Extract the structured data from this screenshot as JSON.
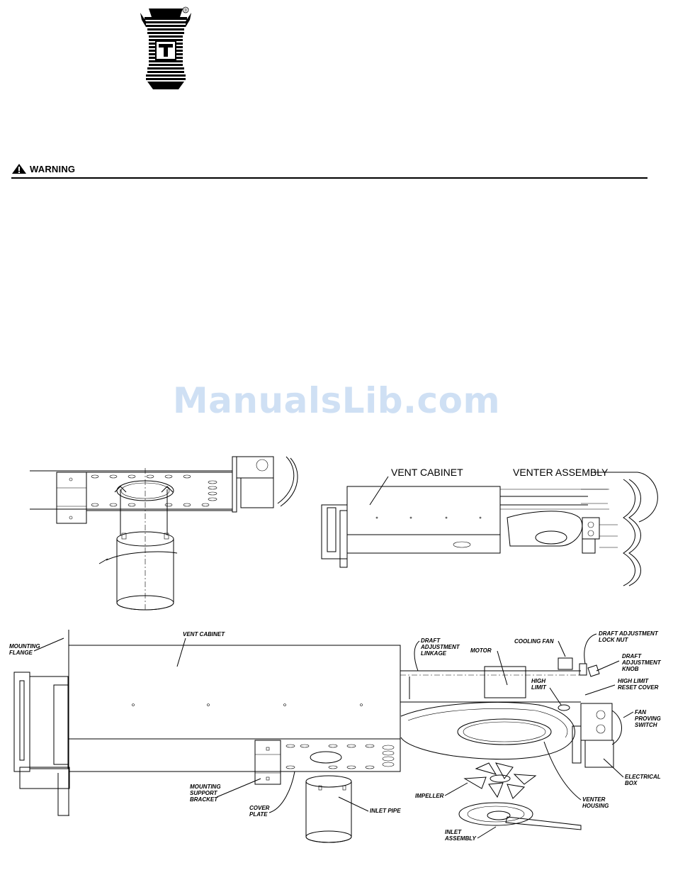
{
  "logo": {
    "icon": "company-logo-icon",
    "registered_mark": "®"
  },
  "warning": {
    "label": "WARNING",
    "icon": "warning-triangle-icon"
  },
  "watermark": "ManualsLib.com",
  "figure_top_right": {
    "labels": {
      "vent_cabinet": "VENT CABINET",
      "venter_assembly": "VENTER ASSEMBLY"
    }
  },
  "figure_bottom": {
    "labels": {
      "mounting_flange": [
        "MOUNTING",
        "FLANGE"
      ],
      "vent_cabinet": "VENT CABINET",
      "draft_adjustment_linkage": [
        "DRAFT",
        "ADJUSTMENT",
        "LINKAGE"
      ],
      "motor": "MOTOR",
      "cooling_fan": "COOLING FAN",
      "draft_adjustment_lock_nut": [
        "DRAFT ADJUSTMENT",
        "LOCK NUT"
      ],
      "draft_adjustment_knob": [
        "DRAFT",
        "ADJUSTMENT",
        "KNOB"
      ],
      "high_limit": [
        "HIGH",
        "LIMIT"
      ],
      "high_limit_reset_cover": [
        "HIGH LIMIT",
        "RESET COVER"
      ],
      "fan_proving_switch": [
        "FAN",
        "PROVING",
        "SWITCH"
      ],
      "electrical_box": [
        "ELECTRICAL",
        "BOX"
      ],
      "mounting_support_bracket": [
        "MOUNTING",
        "SUPPORT",
        "BRACKET"
      ],
      "cover_plate": [
        "COVER",
        "PLATE"
      ],
      "inlet_pipe": "INLET PIPE",
      "impeller": "IMPELLER",
      "venter_housing": [
        "VENTER",
        "HOUSING"
      ],
      "inlet_assembly": [
        "INLET",
        "ASSEMBLY"
      ]
    }
  }
}
